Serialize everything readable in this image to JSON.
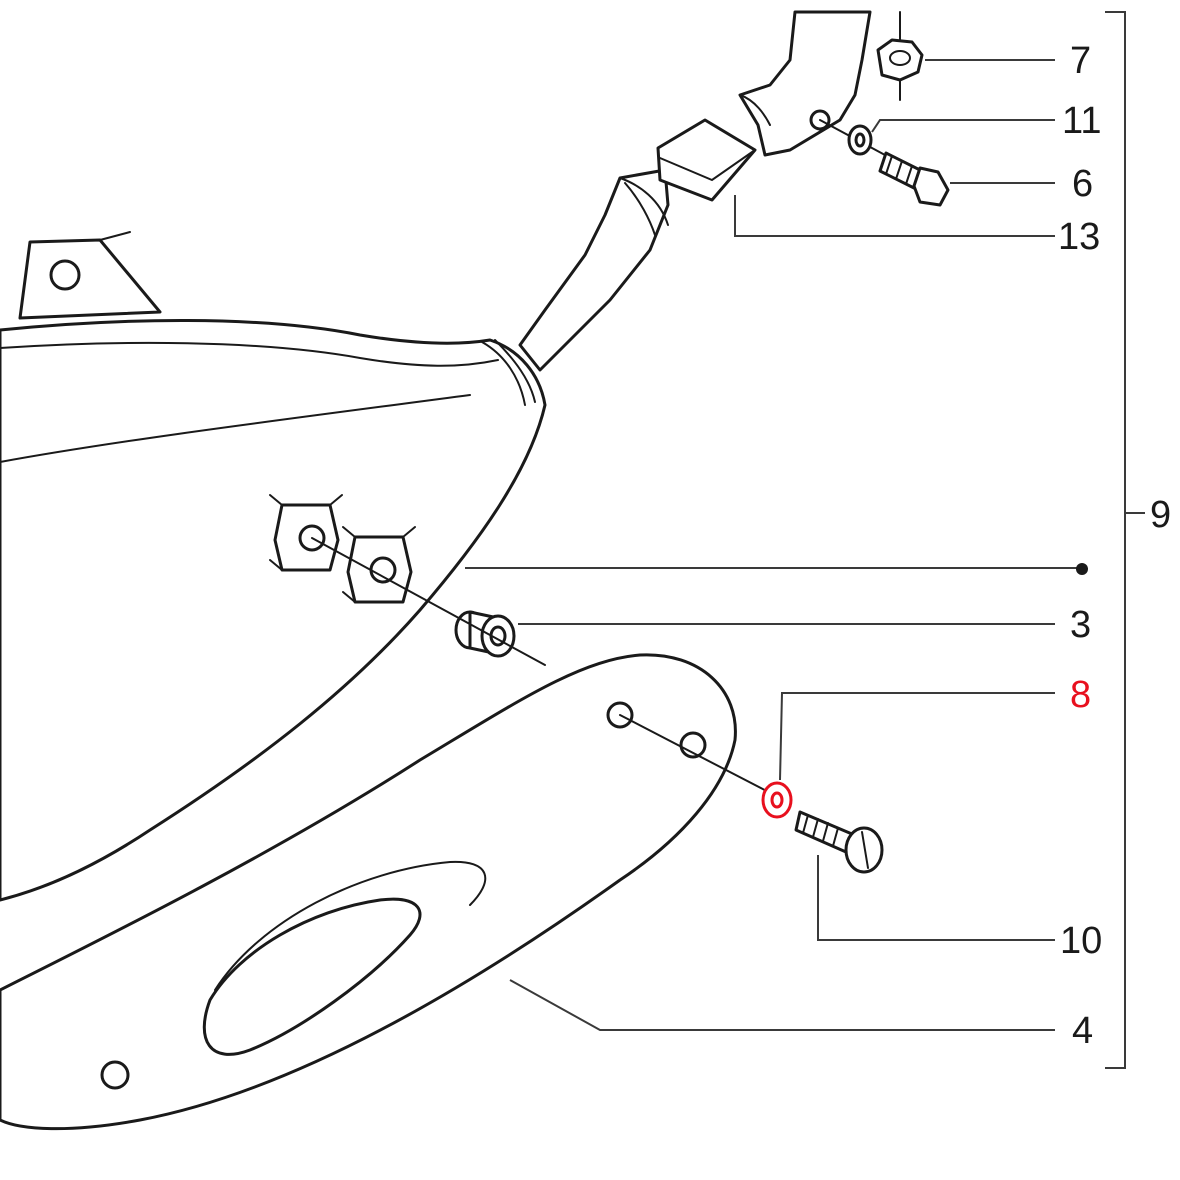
{
  "diagram": {
    "callouts": {
      "c7": "7",
      "c11": "11",
      "c6": "6",
      "c13": "13",
      "c9": "9",
      "c3": "3",
      "c8": "8",
      "c10": "10",
      "c4": "4"
    },
    "highlight_color": "#e8101e",
    "highlighted_part": "8"
  }
}
